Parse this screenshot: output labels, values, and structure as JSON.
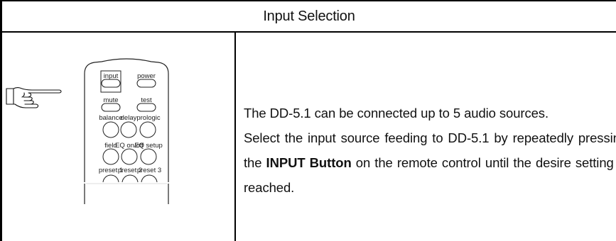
{
  "section": {
    "title": "Input Selection"
  },
  "remote": {
    "labels": {
      "input": "input",
      "power": "power",
      "mute": "mute",
      "test": "test",
      "balance": "balance",
      "delay": "delay",
      "prologic": "prologic",
      "field": "field",
      "eq_on_off": "EQ on/off",
      "eq_setup": "EQ setup",
      "preset_1": "preset 1",
      "preset_2": "preset 2",
      "preset_3": "preset 3"
    }
  },
  "description": {
    "line1": "The DD-5.1 can be connected up to 5 audio sources.",
    "line2_pre": "Select the input source feeding to DD-5.1 by repeatedly pressing the ",
    "line2_bold": "INPUT Button",
    "line2_post": " on the remote control until the desire setting is reached."
  }
}
